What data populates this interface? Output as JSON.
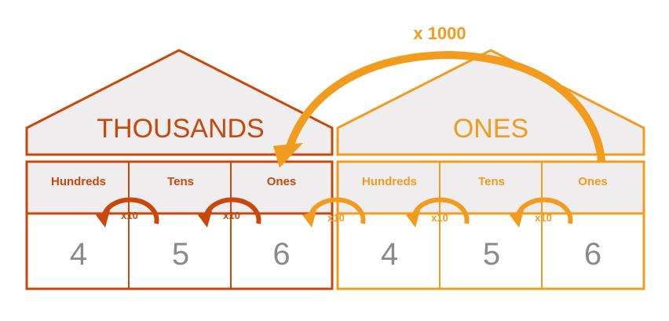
{
  "colors": {
    "thousands": "#c9470b",
    "ones": "#f29c1f",
    "roof_fill": "#efeded",
    "digit": "#8a8a8a"
  },
  "multiplier_big": "x 1000",
  "multiplier_small": "x10",
  "houses": [
    {
      "title": "THOUSANDS",
      "columns": [
        {
          "header": "Hundreds",
          "digit": "4"
        },
        {
          "header": "Tens",
          "digit": "5"
        },
        {
          "header": "Ones",
          "digit": "6"
        }
      ]
    },
    {
      "title": "ONES",
      "columns": [
        {
          "header": "Hundreds",
          "digit": "4"
        },
        {
          "header": "Tens",
          "digit": "5"
        },
        {
          "header": "Ones",
          "digit": "6"
        }
      ]
    }
  ],
  "arrow_icons": [
    "curved-arrow-left-icon"
  ]
}
